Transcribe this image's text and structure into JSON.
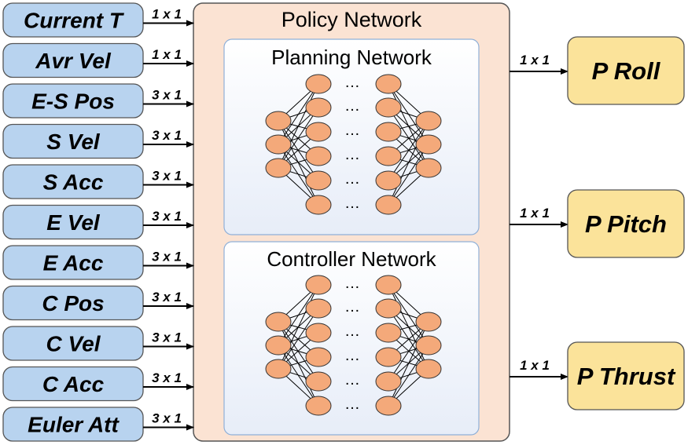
{
  "inputs": [
    {
      "label": "Current T",
      "dim": "1 x 1"
    },
    {
      "label": "Avr Vel",
      "dim": "1 x 1"
    },
    {
      "label": "E-S Pos",
      "dim": "3 x 1"
    },
    {
      "label": "S Vel",
      "dim": "3 x 1"
    },
    {
      "label": "S Acc",
      "dim": "3 x 1"
    },
    {
      "label": "E Vel",
      "dim": "3 x 1"
    },
    {
      "label": "E Acc",
      "dim": "3 x 1"
    },
    {
      "label": "C Pos",
      "dim": "3 x 1"
    },
    {
      "label": "C Vel",
      "dim": "3 x 1"
    },
    {
      "label": "C Acc",
      "dim": "3 x 1"
    },
    {
      "label": "Euler Att",
      "dim": "3 x 1"
    }
  ],
  "policy_title": "Policy Network",
  "subnetworks": [
    {
      "title": "Planning Network"
    },
    {
      "title": "Controller Network"
    }
  ],
  "ellipsis": "…",
  "outputs": [
    {
      "label": "P Roll",
      "dim": "1 x 1"
    },
    {
      "label": "P Pitch",
      "dim": "1 x 1"
    },
    {
      "label": "P Thrust",
      "dim": "1 x 1"
    }
  ],
  "colors": {
    "input_fill": "#b8d3ef",
    "policy_fill": "#fbe3d3",
    "subnet_fill": "#eef2fa",
    "node_fill": "#f4a97a",
    "output_fill": "#fbe39a",
    "text": "#000000"
  }
}
